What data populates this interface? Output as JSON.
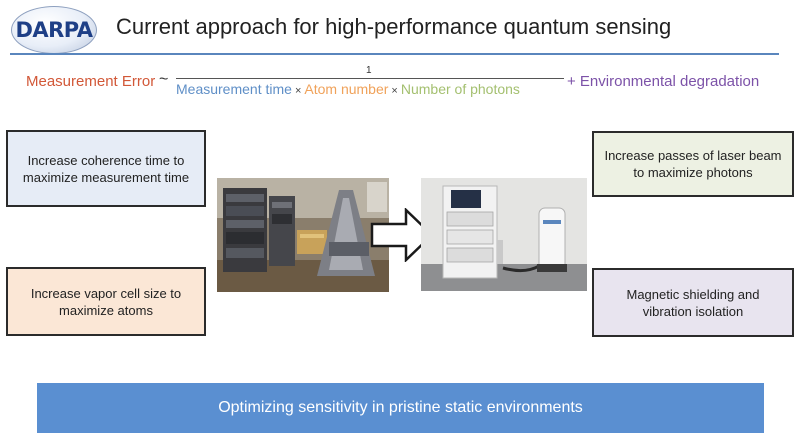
{
  "header": {
    "logo_text": "DARPA",
    "title": "Current approach for high-performance quantum sensing"
  },
  "formula": {
    "lhs": "Measurement Error",
    "tilde": "~",
    "numerator": "1",
    "term_time": "Measurement time",
    "times_1": "×",
    "term_atoms": "Atom number",
    "times_2": "×",
    "term_photons": "Number of photons",
    "rhs": "+ Environmental degradation",
    "colors": {
      "error": "#d25838",
      "time": "#5f8fc7",
      "atoms": "#f0a25a",
      "photons": "#a4c070",
      "environment": "#7c52a8"
    }
  },
  "boxes": {
    "top_left": {
      "line1": "Increase coherence time to",
      "line2": "maximize measurement time"
    },
    "bottom_left": {
      "line1": "Increase vapor cell size to",
      "line2": "maximize atoms"
    },
    "top_right": {
      "line1": "Increase passes of laser beam",
      "line2": "to maximize photons"
    },
    "bottom_right": {
      "line1": "Magnetic shielding and",
      "line2": "vibration isolation"
    }
  },
  "banner": {
    "text": "Optimizing sensitivity in pristine static environments"
  },
  "icons": {
    "transition_arrow": "right-arrow-icon"
  }
}
